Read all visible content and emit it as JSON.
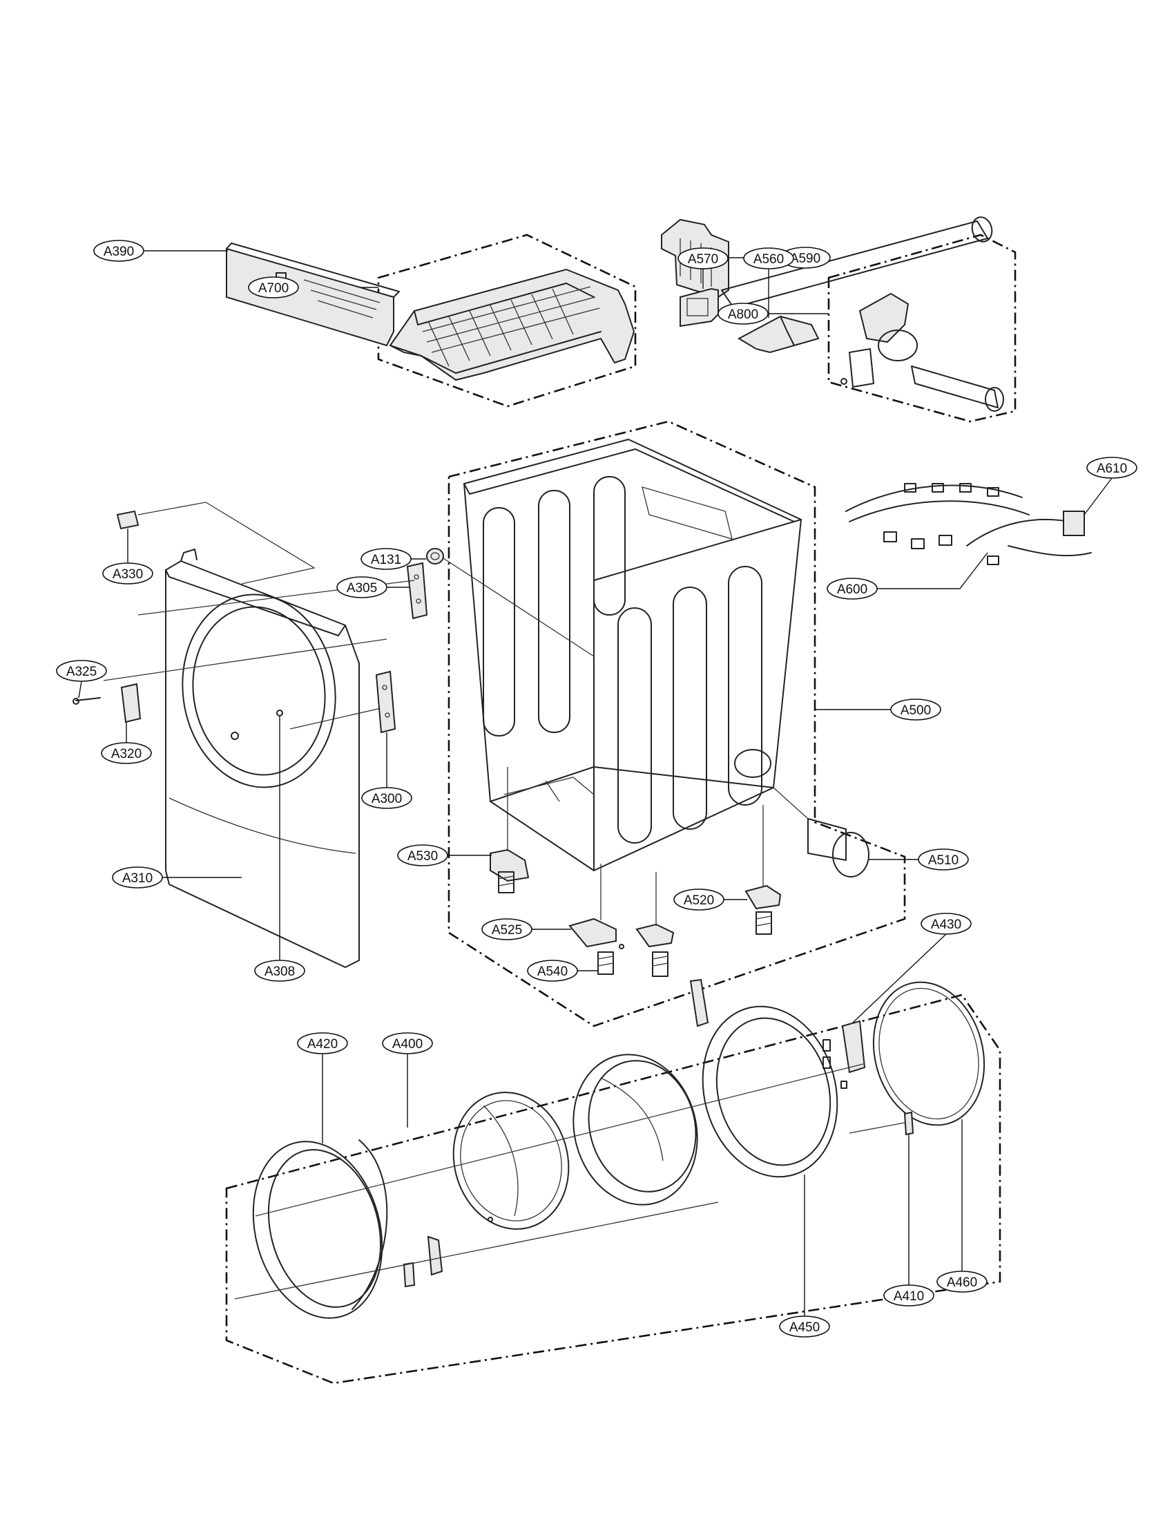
{
  "callouts": [
    {
      "id": "a700",
      "text": "A700"
    },
    {
      "id": "a590",
      "text": "A590"
    },
    {
      "id": "a800",
      "text": "A800"
    },
    {
      "id": "a390",
      "text": "A390"
    },
    {
      "id": "a570",
      "text": "A570"
    },
    {
      "id": "a560",
      "text": "A560"
    },
    {
      "id": "a610",
      "text": "A610"
    },
    {
      "id": "a330",
      "text": "A330"
    },
    {
      "id": "a131",
      "text": "A131"
    },
    {
      "id": "a305",
      "text": "A305"
    },
    {
      "id": "a600",
      "text": "A600"
    },
    {
      "id": "a325",
      "text": "A325"
    },
    {
      "id": "a500",
      "text": "A500"
    },
    {
      "id": "a320",
      "text": "A320"
    },
    {
      "id": "a300",
      "text": "A300"
    },
    {
      "id": "a530",
      "text": "A530"
    },
    {
      "id": "a510",
      "text": "A510"
    },
    {
      "id": "a310",
      "text": "A310"
    },
    {
      "id": "a520",
      "text": "A520"
    },
    {
      "id": "a525",
      "text": "A525"
    },
    {
      "id": "a430",
      "text": "A430"
    },
    {
      "id": "a540",
      "text": "A540"
    },
    {
      "id": "a308",
      "text": "A308"
    },
    {
      "id": "a420",
      "text": "A420"
    },
    {
      "id": "a400",
      "text": "A400"
    },
    {
      "id": "a410",
      "text": "A410"
    },
    {
      "id": "a460",
      "text": "A460"
    },
    {
      "id": "a450",
      "text": "A450"
    }
  ]
}
